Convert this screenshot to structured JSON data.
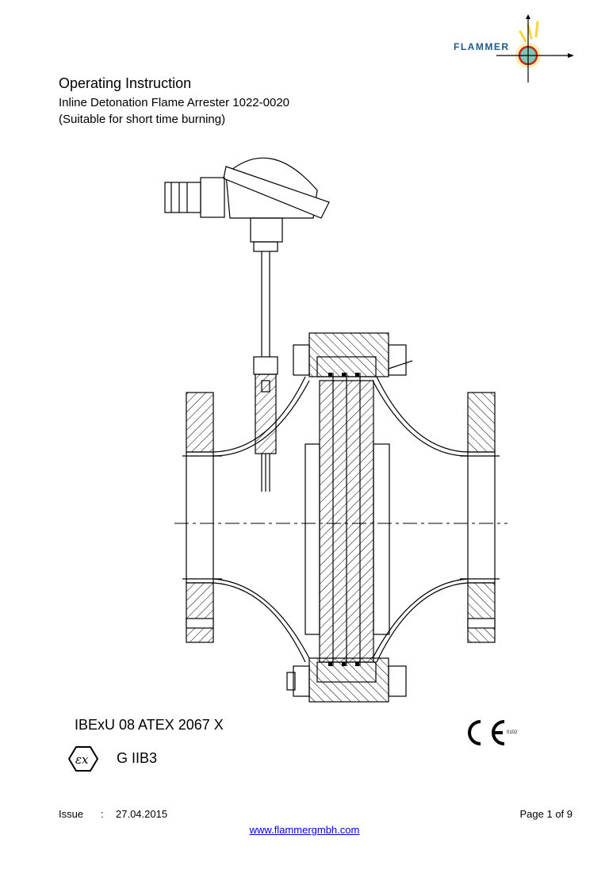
{
  "brand": {
    "logo_text": "FLAMMER"
  },
  "header": {
    "title": "Operating Instruction",
    "subtitle": "Inline Detonation Flame Arrester 1022-0020",
    "subtitle2": "(Suitable for short time burning)"
  },
  "certification": {
    "atex": "IBExU 08 ATEX 2067 X",
    "gas_group": "G IIB3",
    "ce_mark": "CE",
    "notified_body": "0102"
  },
  "footer": {
    "issue_label": "Issue",
    "separator": ":",
    "issue_date": "27.04.2015",
    "page": "Page 1 of 9",
    "website": "www.flammergmbh.com"
  },
  "colors": {
    "logo_text": "#1d5a8c",
    "logo_ring": "#cc2222",
    "logo_fill": "#7fc6b5",
    "logo_flame": "#f2d63b",
    "link": "#0000ee"
  }
}
